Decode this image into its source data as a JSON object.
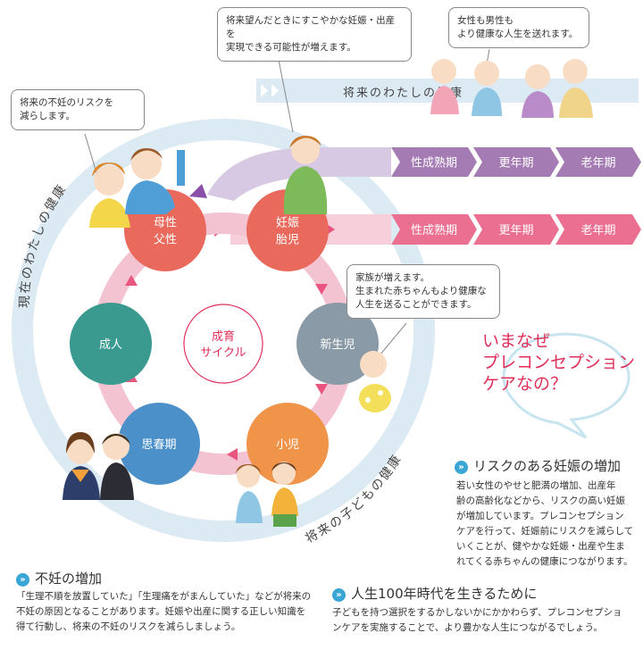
{
  "cycle": {
    "center_label": [
      "成育",
      "サイクル"
    ],
    "nodes": [
      {
        "key": "parent",
        "lines": [
          "母性",
          "父性"
        ],
        "color": "#e96a5c"
      },
      {
        "key": "pregnancy",
        "lines": [
          "妊娠",
          "胎児"
        ],
        "color": "#e96a5c"
      },
      {
        "key": "newborn",
        "lines": [
          "新生児"
        ],
        "color": "#8a9aa6"
      },
      {
        "key": "child",
        "lines": [
          "小児"
        ],
        "color": "#f0944a"
      },
      {
        "key": "adolescent",
        "lines": [
          "思春期"
        ],
        "color": "#4b90c8"
      },
      {
        "key": "adult",
        "lines": [
          "成人"
        ],
        "color": "#3a9a90"
      }
    ]
  },
  "stages_upper": [
    "性成熟期",
    "更年期",
    "老年期"
  ],
  "stages_lower": [
    "性成熟期",
    "更年期",
    "老年期"
  ],
  "ring_labels": {
    "present": "現在のわたしの健康",
    "future_me": "将来のわたしの健康",
    "future_child": "将来の子どもの健康"
  },
  "bubbles": {
    "infertility_risk": [
      "将来の不妊のリスクを",
      "減らします。"
    ],
    "healthy_pregnancy": [
      "将来望んだときにすこやかな妊娠・出産を",
      "実現できる可能性が増えます。"
    ],
    "healthy_life": [
      "女性も男性も",
      "より健康な人生を送れます。"
    ],
    "family": [
      "家族が増えます。",
      "生まれた赤ちゃんもより健康な",
      "人生を送ることができます。"
    ]
  },
  "question": [
    "いまなぜ",
    "プレコンセプション",
    "ケアなの？"
  ],
  "sections": {
    "risk": {
      "mark": "»",
      "title": "リスクのある妊娠の増加",
      "body": [
        "若い女性のやせと肥満の増加、出産年",
        "齢の高齢化などから、リスクの高い妊娠",
        "が増加しています。プレコンセプション",
        "ケアを行って、妊娠前にリスクを減らして",
        "いくことが、健やかな妊娠・出産や生ま",
        "れてくる赤ちゃんの健康につながります。"
      ]
    },
    "infertility": {
      "mark": "»",
      "title": "不妊の増加",
      "body": [
        "「生理不順を放置していた」「生理痛をがまんしていた」などが将来の",
        "不妊の原因となることがあります。妊娠や出産に関する正しい知識を",
        "得て行動し、将来の不妊のリスクを減らしましょう。"
      ]
    },
    "life100": {
      "mark": "»",
      "title": "人生100年時代を生きるために",
      "body": [
        "子どもを持つ選択をするかしないかにかかわらず、プレコンセプショ",
        "ンケアを実施することで、より豊かな人生につながるでしょう。"
      ]
    }
  },
  "colors": {
    "ring": "#dceaf4",
    "cycle_arrow": "#f4c3d1",
    "upper_band": "#d7c9e3",
    "upper_stage": "#a57bb4",
    "lower_band": "#f7cfdb",
    "lower_stage": "#ea6f90",
    "accent_blue": "#3aa6d6",
    "accent_pink": "#e0305a"
  }
}
